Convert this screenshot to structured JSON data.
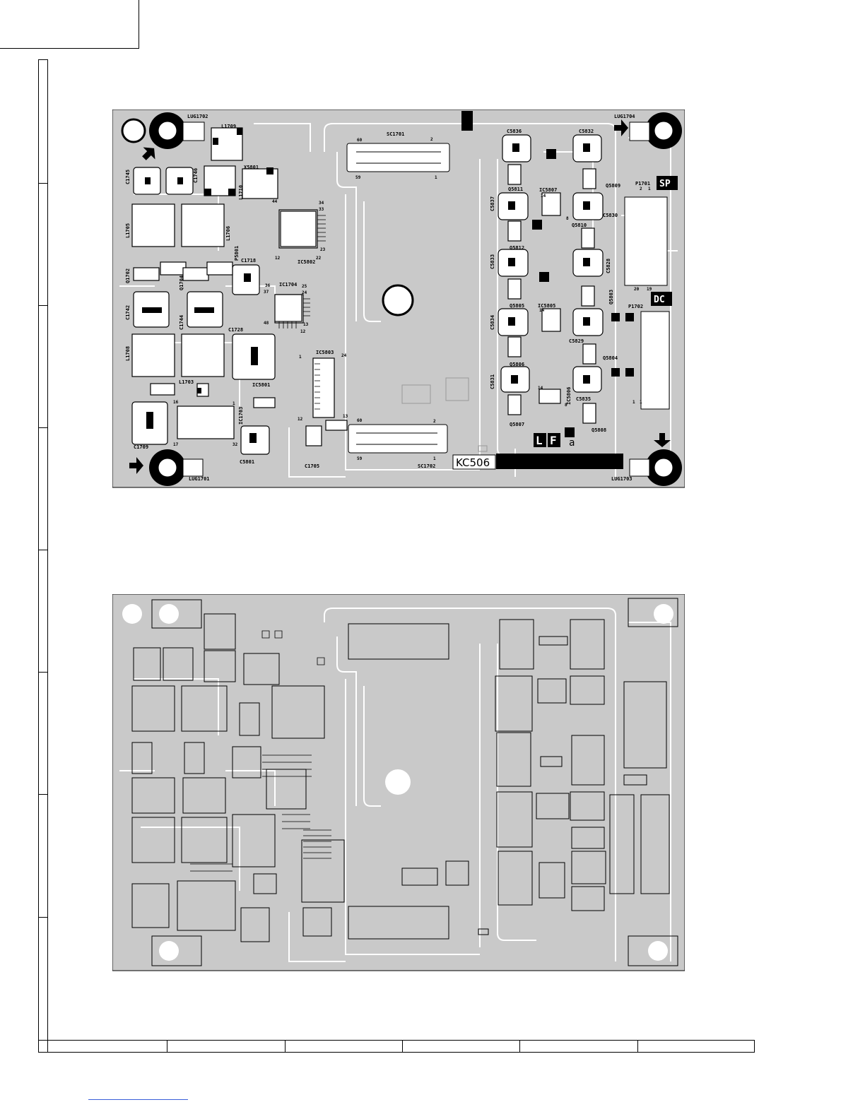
{
  "top_board": {
    "board_id": "KC506",
    "side_marks": [
      "L",
      "F"
    ],
    "side_letter": "a",
    "tags": {
      "sp": "SP",
      "dc": "DC"
    },
    "lugs": [
      "LUG1702",
      "LUG1704",
      "LUG1701",
      "LUG1703"
    ],
    "connectors": [
      "SC1701",
      "SC1702",
      "P1701",
      "P1702",
      "P5801"
    ],
    "ics": [
      "IC5802",
      "IC1704",
      "IC5803",
      "IC5801",
      "IC1703",
      "IC5807",
      "IC5805",
      "IC5806"
    ],
    "inductors": [
      "L1709",
      "L1710",
      "L1705",
      "L1706",
      "L1708",
      "L1703"
    ],
    "crystal": "X5801",
    "capacitors": [
      "C1745",
      "C1746",
      "C1718",
      "C1742",
      "C1744",
      "C1728",
      "C1709",
      "C5801",
      "C1705",
      "C5836",
      "C5832",
      "C5837",
      "C5830",
      "C5833",
      "C5828",
      "C5834",
      "C5829",
      "C5831",
      "C5835"
    ],
    "transistors": [
      "Q1702",
      "Q1704",
      "Q5811",
      "Q5809",
      "Q5812",
      "Q5810",
      "Q5805",
      "Q5803",
      "Q5806",
      "Q5804",
      "Q5807",
      "Q5808"
    ]
  },
  "colors": {
    "board_fill": "#c9c9c9",
    "trace": "#ffffff",
    "ink": "#000000",
    "link": "#3a5fd9"
  }
}
